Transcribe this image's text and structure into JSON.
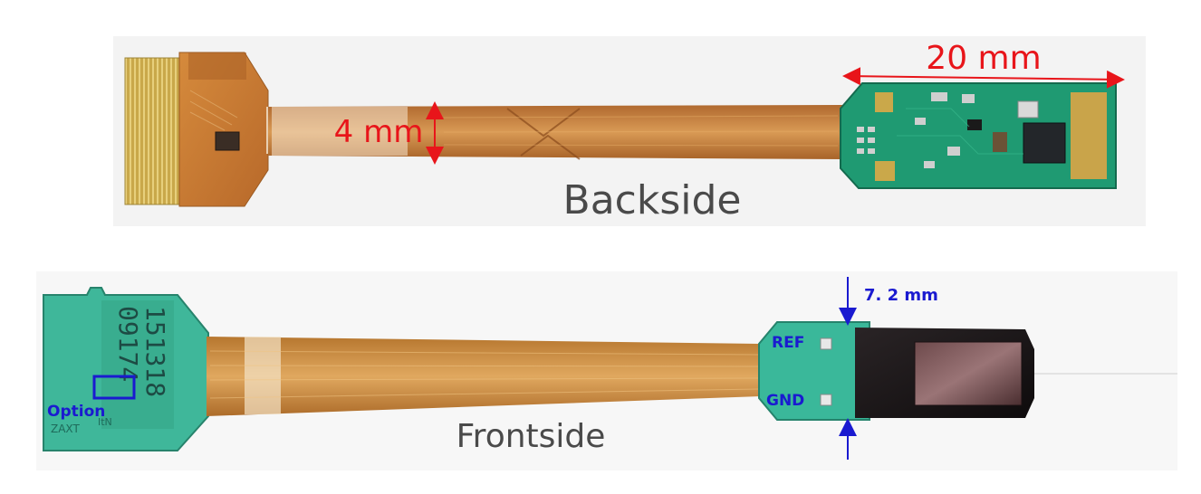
{
  "backside": {
    "label": "Backside",
    "width_dimension": "20 mm",
    "flex_dimension": "4 mm"
  },
  "frontside": {
    "label": "Frontside",
    "height_dimension": "7. 2 mm",
    "pad_ref": "REF",
    "pad_gnd": "GND",
    "option_label": "Option",
    "marking_line1": "151318",
    "marking_line2": "09174",
    "logo_text": "ZAXT",
    "small_marking": "ItN"
  },
  "colors": {
    "annotation_red": "#e8151a",
    "annotation_blue": "#1a1ad0",
    "pcb_green": "#1f9a72",
    "connector_green": "#3fb79a",
    "flex_copper": "#c98a4a"
  }
}
